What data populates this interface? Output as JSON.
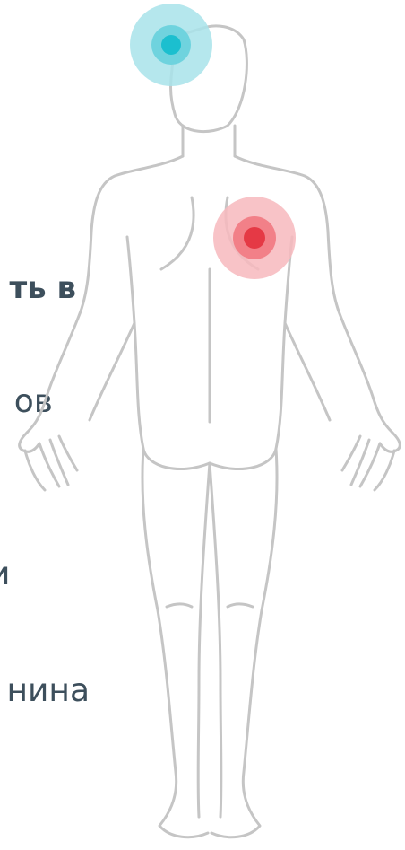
{
  "text_fragments": {
    "heading": "ть в",
    "item_1": "ов",
    "item_2": "и",
    "item_3": "нина"
  },
  "markers": {
    "head": {
      "color": "#1bbfcf",
      "halo": "#a8e3ea"
    },
    "shoulder": {
      "color": "#e53945",
      "halo": "#f7b9bd"
    }
  },
  "figure": {
    "icon": "human-body-back-view-icon",
    "stroke_color": "#c5c5c5"
  }
}
